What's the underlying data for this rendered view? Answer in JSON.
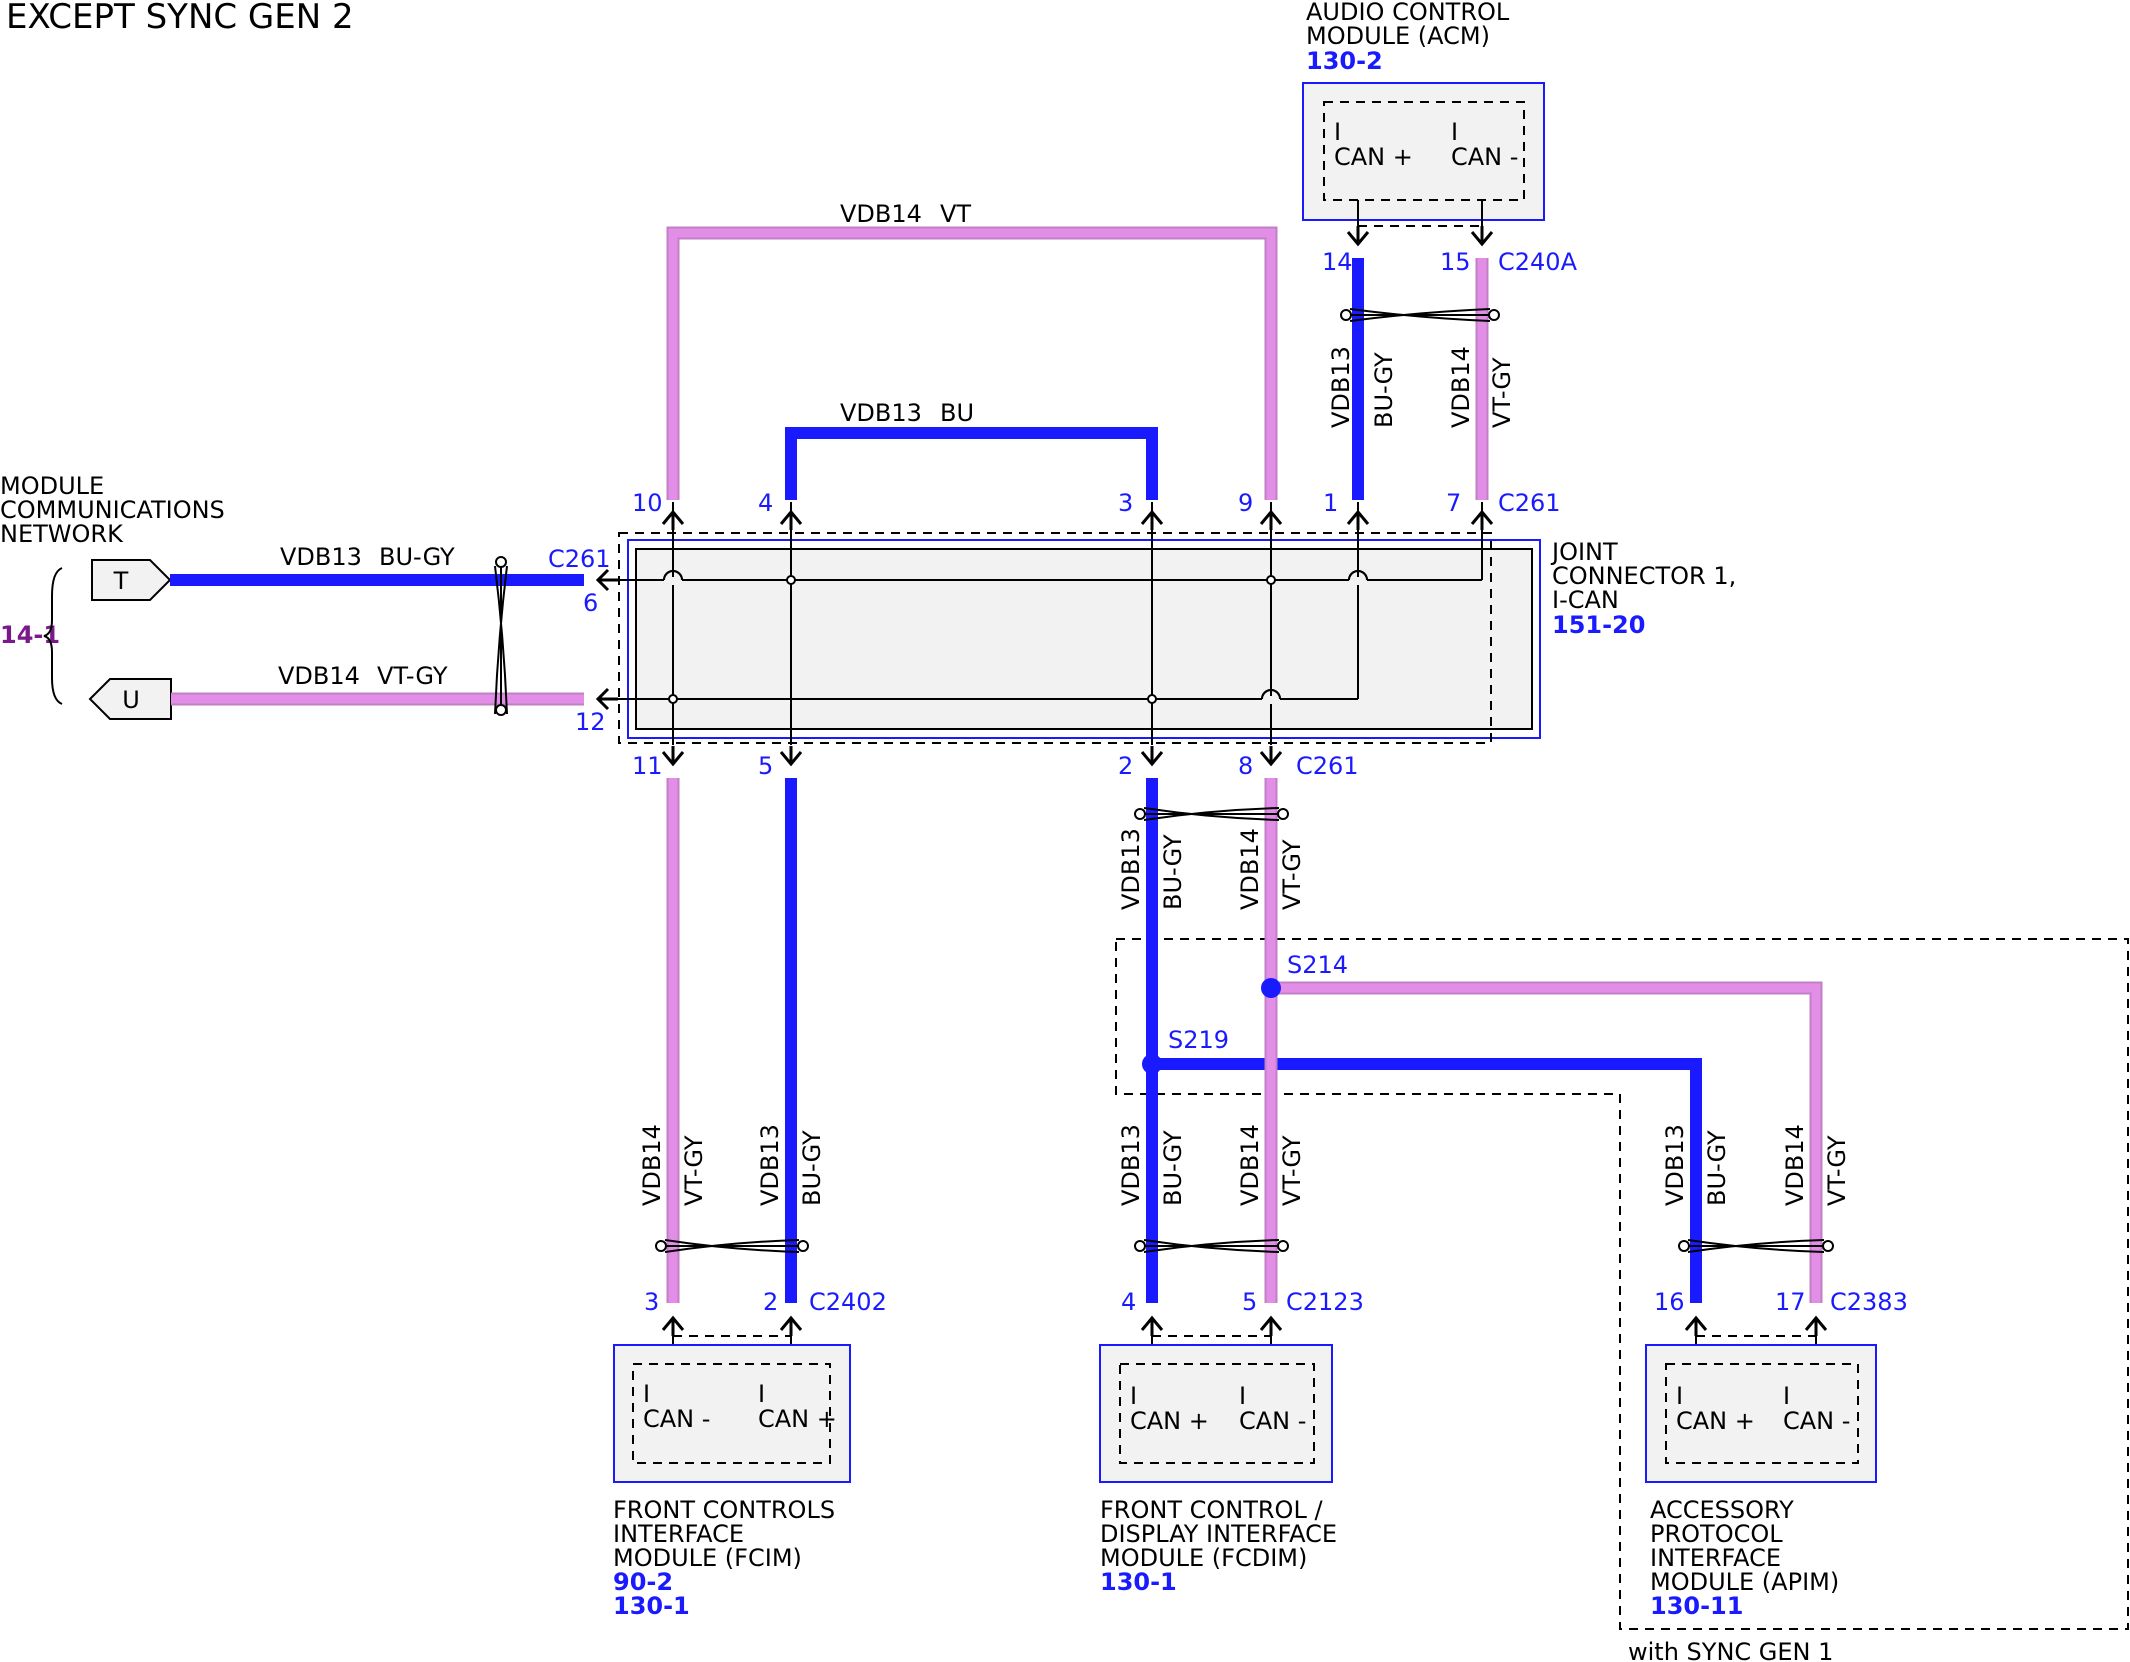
{
  "title": "EXCEPT SYNC GEN 2",
  "colors": {
    "bu_wire": "#1a1aff",
    "vt_wire": "#e28de6",
    "pink_mid": "#c27fc7",
    "module_box": "#1a1aff",
    "module_fill": "#f2f2f2",
    "page_ref": "#1a1aff",
    "network_ref": "#7a1a8a"
  },
  "network": {
    "line1": "MODULE",
    "line2": "COMMUNICATIONS",
    "line3": "NETWORK",
    "ref": "14-1",
    "flag_t": "T",
    "flag_u": "U",
    "wire_top": {
      "circuit": "VDB13",
      "color": "BU-GY"
    },
    "wire_bottom": {
      "circuit": "VDB14",
      "color": "VT-GY"
    }
  },
  "joint": {
    "name1": "JOINT",
    "name2": "CONNECTOR 1,",
    "name3": "I-CAN",
    "ref": "151-20",
    "connector": "C261",
    "pins": {
      "p1": "1",
      "p2": "2",
      "p3": "3",
      "p4": "4",
      "p5": "5",
      "p6": "6",
      "p7": "7",
      "p8": "8",
      "p9": "9",
      "p10": "10",
      "p11": "11",
      "p12": "12"
    }
  },
  "loops": {
    "vt": {
      "circuit": "VDB14",
      "color": "VT"
    },
    "bu": {
      "circuit": "VDB13",
      "color": "BU"
    }
  },
  "acm": {
    "name1": "AUDIO CONTROL",
    "name2": "MODULE (ACM)",
    "ref": "130-2",
    "connector": "C240A",
    "pin_a": "14",
    "pin_b": "15",
    "io_a": "I",
    "can_a": "CAN +",
    "io_b": "I",
    "can_b": "CAN -",
    "wire_a": {
      "circuit": "VDB13",
      "color": "BU-GY"
    },
    "wire_b": {
      "circuit": "VDB14",
      "color": "VT-GY"
    }
  },
  "fcim": {
    "name1": "FRONT CONTROLS",
    "name2": "INTERFACE",
    "name3": "MODULE (FCIM)",
    "ref1": "90-2",
    "ref2": "130-1",
    "connector": "C2402",
    "pin_a": "3",
    "pin_b": "2",
    "io_a": "I",
    "can_a": "CAN -",
    "io_b": "I",
    "can_b": "CAN +",
    "wire_a": {
      "circuit": "VDB14",
      "color": "VT-GY"
    },
    "wire_b": {
      "circuit": "VDB13",
      "color": "BU-GY"
    }
  },
  "fcdim": {
    "name1": "FRONT CONTROL /",
    "name2": "DISPLAY INTERFACE",
    "name3": "MODULE (FCDIM)",
    "ref": "130-1",
    "connector": "C2123",
    "pin_a": "4",
    "pin_b": "5",
    "io_a": "I",
    "can_a": "CAN +",
    "io_b": "I",
    "can_b": "CAN -",
    "wire_upper_a": {
      "circuit": "VDB13",
      "color": "BU-GY"
    },
    "wire_upper_b": {
      "circuit": "VDB14",
      "color": "VT-GY"
    },
    "wire_lower_a": {
      "circuit": "VDB13",
      "color": "BU-GY"
    },
    "wire_lower_b": {
      "circuit": "VDB14",
      "color": "VT-GY"
    }
  },
  "apim": {
    "name1": "ACCESSORY",
    "name2": "PROTOCOL",
    "name3": "INTERFACE",
    "name4": "MODULE (APIM)",
    "ref": "130-11",
    "connector": "C2383",
    "pin_a": "16",
    "pin_b": "17",
    "io_a": "I",
    "can_a": "CAN +",
    "io_b": "I",
    "can_b": "CAN -",
    "wire_a": {
      "circuit": "VDB13",
      "color": "BU-GY"
    },
    "wire_b": {
      "circuit": "VDB14",
      "color": "VT-GY"
    }
  },
  "splices": {
    "s214": "S214",
    "s219": "S219"
  },
  "option_note": "with SYNC GEN 1"
}
